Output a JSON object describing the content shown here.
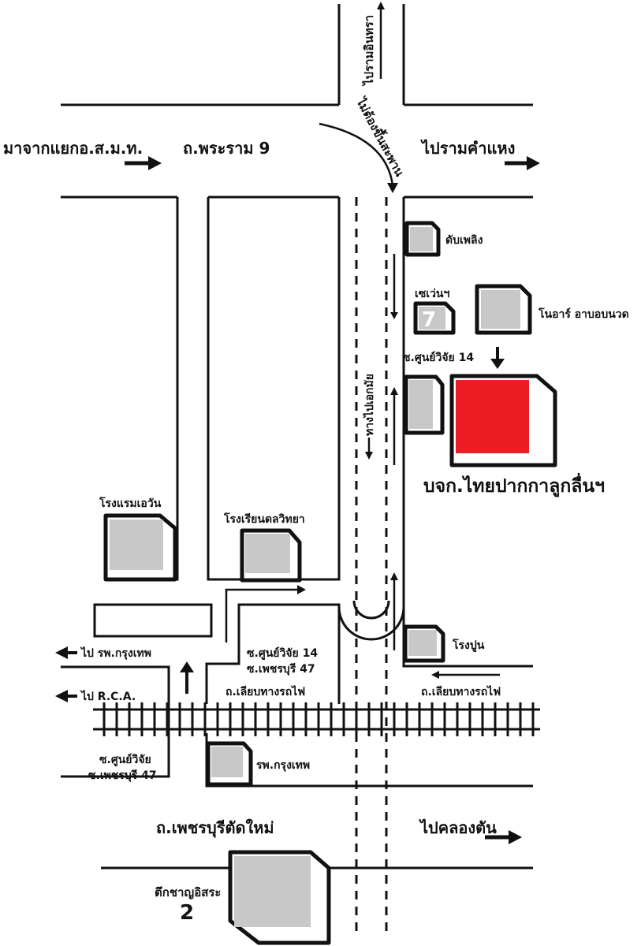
{
  "roads": {
    "rama9": "ถ.พระราม 9",
    "from_intersection": "มาจากแยกอ.ส.ม.ท.",
    "to_ramkhamhaeng": "ไปรามคำแหง",
    "to_ram_intra": "ไปรามอินทรา",
    "no_flyover": "ไม่ต้องขึ้นสะพาน",
    "to_ekkamai": "ทางไปเอกมัย",
    "soi_14": "ซ.ศูนย์วิจัย 14",
    "to_bangkok_hosp": "ไป รพ.กรุงเทพ",
    "to_rca": "ไป R.C.A.",
    "soi_14_47_a": "ซ.ศูนย์วิจัย 14",
    "soi_14_47_b": "ซ.เพชรบุรี 47",
    "rail_road_left": "ถ.เลียบทางรถไฟ",
    "rail_road_right": "ถ.เลียบทางรถไฟ",
    "soi_bottom_a": "ซ.ศูนย์วิจัย",
    "soi_bottom_b": "ซ.เพชรบุรี 47",
    "new_phetchaburi": "ถ.เพชรบุรีตัดใหม่",
    "to_khlong_tan": "ไปคลองตัน"
  },
  "landmarks": {
    "fire_station": "ดับเพลิง",
    "seven_eleven": "เซเว่นฯ",
    "seven_digit": "7",
    "noah_spa": "โนอาร์ อาบอบนวด",
    "company": "บจก.ไทยปากกาลูกลื่นฯ",
    "hotel": "โรงแรมเอวัน",
    "school": "โรงเรียนดลวิทยา",
    "cement": "โรงปูน",
    "hospital": "รพ.กรุงเทพ",
    "tower_name": "ตึกชาญอิสระ",
    "tower_number": "2"
  },
  "colors": {
    "highlight": "#ee1c25",
    "building": "#c8c8c8",
    "ink": "#111111"
  }
}
